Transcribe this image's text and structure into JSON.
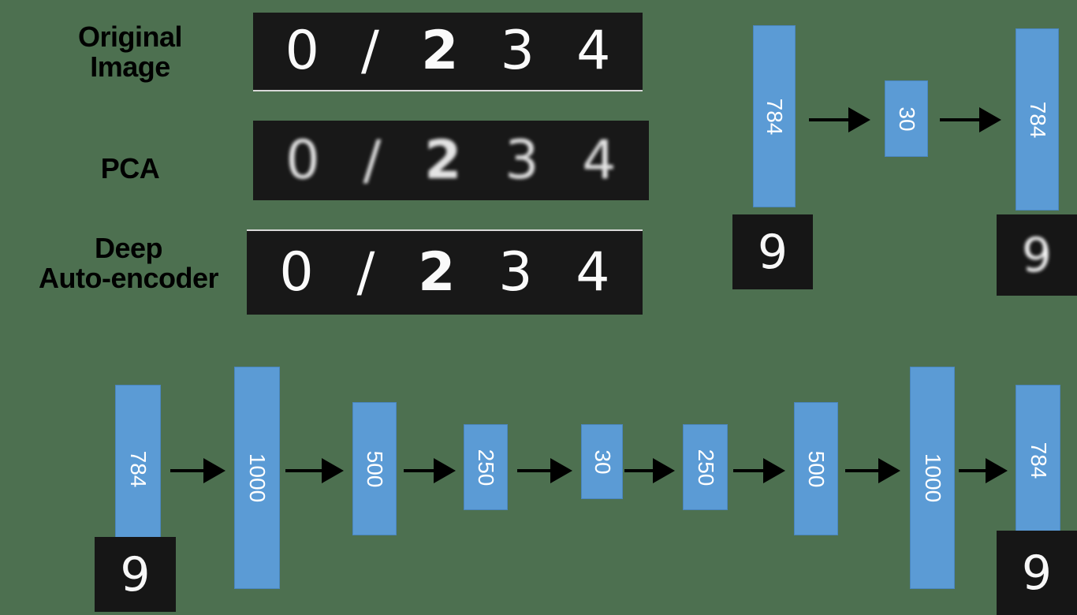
{
  "labels": {
    "original_line1": "Original",
    "original_line2": "Image",
    "pca": "PCA",
    "deep_line1": "Deep",
    "deep_line2": "Auto-encoder"
  },
  "digits": {
    "original": [
      "0",
      "/",
      "2",
      "3",
      "4"
    ],
    "pca": [
      "0",
      "/",
      "2",
      "3",
      "4"
    ],
    "deep": [
      "0",
      "/",
      "2",
      "3",
      "4"
    ]
  },
  "pca_network": {
    "layers": [
      "784",
      "30",
      "784"
    ],
    "input_digit": "9",
    "output_digit": "9"
  },
  "deep_network": {
    "layers": [
      "784",
      "1000",
      "500",
      "250",
      "30",
      "250",
      "500",
      "1000",
      "784"
    ],
    "input_digit": "9",
    "output_digit": "9"
  },
  "colors": {
    "background": "#4d7050",
    "layer_fill": "#5b9bd5",
    "strip": "#181818"
  }
}
